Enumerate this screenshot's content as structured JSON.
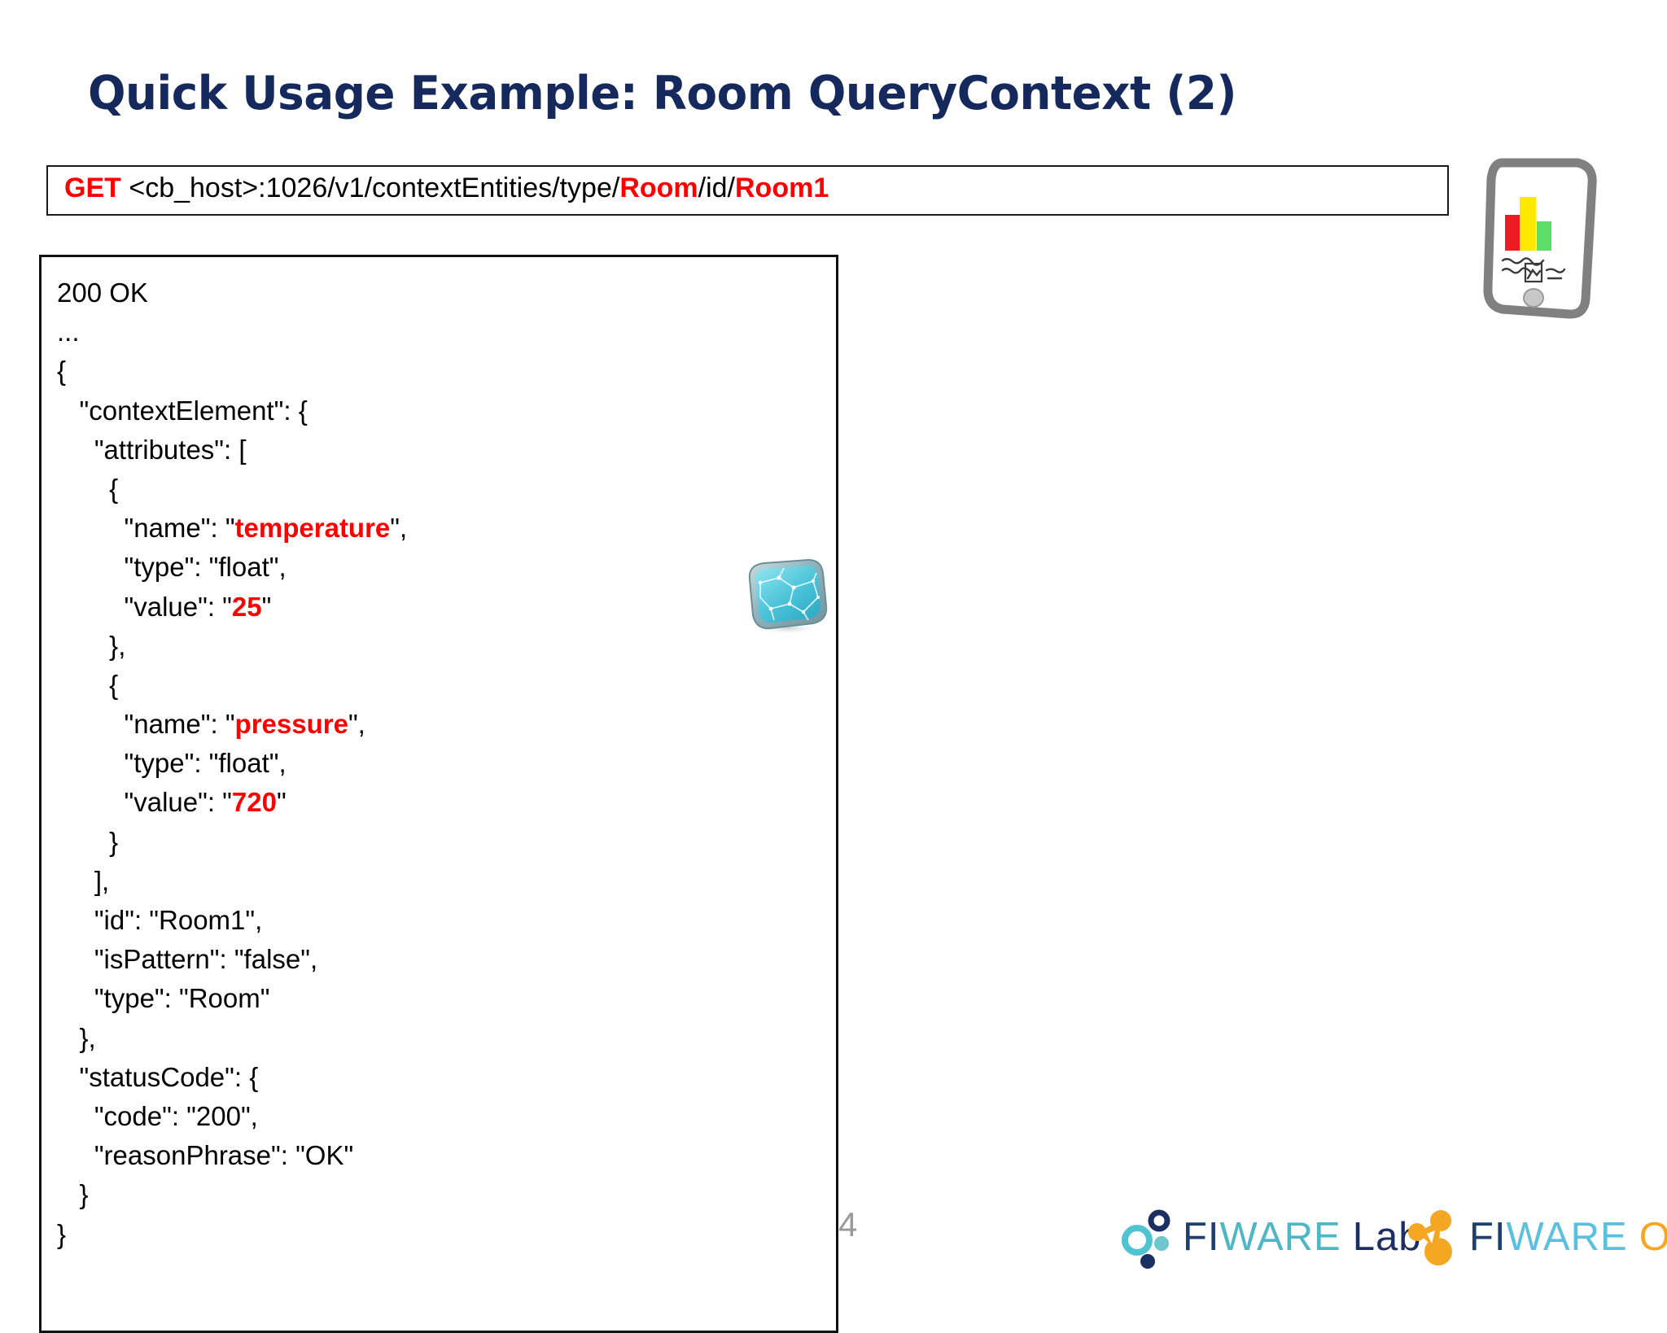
{
  "slide": {
    "title": "Quick Usage Example: Room QueryContext (2)",
    "page_number": "4",
    "title_color": "#16295c",
    "highlight_color": "#ff0000"
  },
  "request": {
    "method": "GET",
    "url_prefix": " <cb_host>:1026/v1/contextEntities/type/",
    "entity_type": "Room",
    "url_mid": "/id/",
    "entity_id": "Room1",
    "full": "GET <cb_host>:1026/v1/contextEntities/type/Room/id/Room1"
  },
  "response": {
    "status_line": "200 OK",
    "ellipsis": "...",
    "lines": [
      {
        "text": "200 OK",
        "hl": null
      },
      {
        "text": "...",
        "hl": null
      },
      {
        "text": "{",
        "hl": null
      },
      {
        "text": "   \"contextElement\": {",
        "hl": null
      },
      {
        "text": "     \"attributes\": [",
        "hl": null
      },
      {
        "text": "       {",
        "hl": null
      },
      {
        "pre": "         \"name\": \"",
        "hl": "temperature",
        "post": "\","
      },
      {
        "text": "         \"type\": \"float\",",
        "hl": null
      },
      {
        "pre": "         \"value\": \"",
        "hl": "25",
        "post": "\""
      },
      {
        "text": "       },",
        "hl": null
      },
      {
        "text": "       {",
        "hl": null
      },
      {
        "pre": "         \"name\": \"",
        "hl": "pressure",
        "post": "\","
      },
      {
        "text": "         \"type\": \"float\",",
        "hl": null
      },
      {
        "pre": "         \"value\": \"",
        "hl": "720",
        "post": "\""
      },
      {
        "text": "       }",
        "hl": null
      },
      {
        "text": "     ],",
        "hl": null
      },
      {
        "text": "     \"id\": \"Room1\",",
        "hl": null
      },
      {
        "text": "     \"isPattern\": \"false\",",
        "hl": null
      },
      {
        "text": "     \"type\": \"Room\"",
        "hl": null
      },
      {
        "text": "   },",
        "hl": null
      },
      {
        "text": "   \"statusCode\": {",
        "hl": null
      },
      {
        "text": "     \"code\": \"200\",",
        "hl": null
      },
      {
        "text": "     \"reasonPhrase\": \"OK\"",
        "hl": null
      },
      {
        "text": "   }",
        "hl": null
      },
      {
        "text": "}",
        "hl": null
      }
    ]
  },
  "icons": {
    "orion": "orion-context-broker-icon",
    "phone": "phone-sketch-icon"
  },
  "footer": {
    "logos": [
      {
        "name": "fiware-lab-logo",
        "prefix": "FI",
        "mid": "WARE",
        "suffix": "Lab"
      },
      {
        "name": "fiware-ops-logo",
        "prefix": "FI",
        "mid": "WARE",
        "suffix": "Ops"
      }
    ]
  }
}
